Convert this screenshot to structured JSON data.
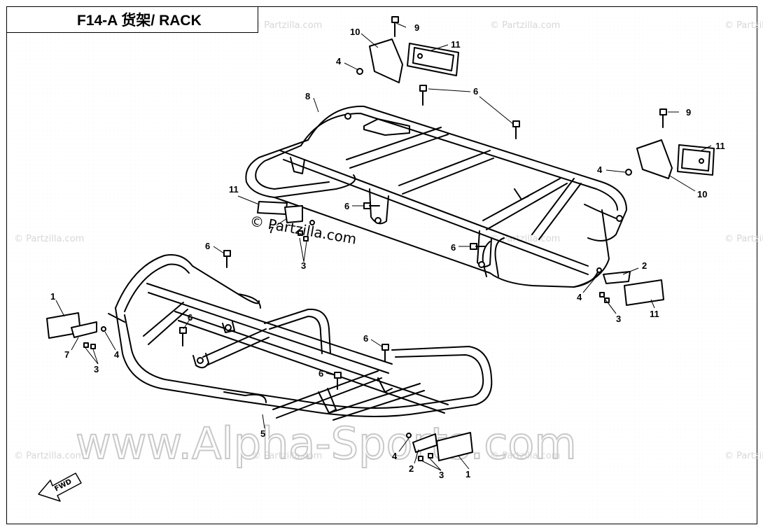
{
  "title": "F14-A 货架/ RACK",
  "callouts": [
    "1",
    "1",
    "2",
    "2",
    "3",
    "3",
    "3",
    "3",
    "4",
    "4",
    "4",
    "4",
    "5",
    "6",
    "6",
    "6",
    "6",
    "6",
    "6",
    "6",
    "7",
    "7",
    "8",
    "9",
    "9",
    "10",
    "10",
    "11",
    "11",
    "11",
    "11"
  ],
  "watermarks": {
    "small": "© Partzilla.com",
    "center": "© Partzilla.com",
    "big": "www.Alpha-Sports.com"
  },
  "fwd_label": "FWD"
}
